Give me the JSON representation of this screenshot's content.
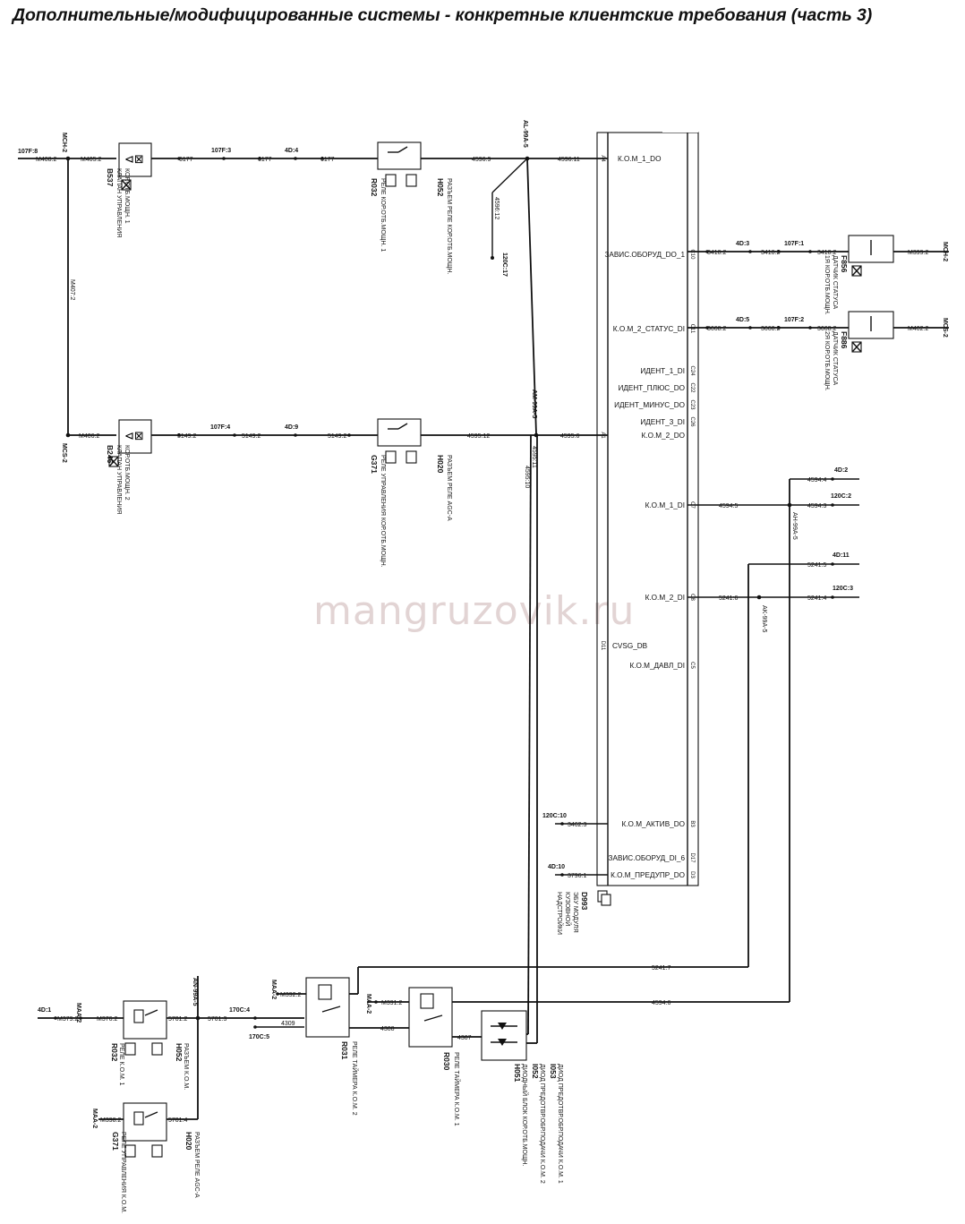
{
  "title": "Дополнительные/модифицированные системы - конкретные клиентские требования (часть 3)",
  "watermark": "mangruzovik.ru",
  "module": {
    "pins": [
      {
        "label": "К.О.М_1_DO",
        "code": "A4"
      },
      {
        "label": "ЗАВИС.ОБОРУД_DO_1",
        "code": "C10"
      },
      {
        "label": "К.О.М_2_СТАТУС_DI",
        "code": "C11"
      },
      {
        "label": "ИДЕНТ_1_DI",
        "code": "C24"
      },
      {
        "label": "ИДЕНТ_ПЛЮС_DO",
        "code": "C22"
      },
      {
        "label": "ИДЕНТ_МИНУС_DO",
        "code": "C23"
      },
      {
        "label": "ИДЕНТ_3_DI",
        "code": "C26"
      },
      {
        "label": "К.О.М_2_DO",
        "code": "A1"
      },
      {
        "label": "К.О.М_1_DI",
        "code": "C7"
      },
      {
        "label": "К.О.М_2_DI",
        "code": "C8"
      },
      {
        "label": "CVSG_DB",
        "code": "D11"
      },
      {
        "label": "К.О.М_ДАВЛ_DI",
        "code": "C5"
      },
      {
        "label": "К.О.М_АКТИВ_DO",
        "code": "B3"
      },
      {
        "label": "ЗАВИС.ОБОРУД_DI_6",
        "code": "D17"
      },
      {
        "label": "К.О.М_ПРЕДУПР_DO",
        "code": "D3"
      }
    ],
    "code": "D993",
    "name_lines": [
      "ЭБУ МОДУЛЯ",
      "КУЗОВНОЙ",
      "НАДСТРОЙКИ"
    ]
  },
  "components": {
    "b537": {
      "code": "B537",
      "name_lines": [
        "КЛАПАН УПРАВЛЕНИЯ",
        "КОР.ОТБ.МОЩН. 1"
      ]
    },
    "b246": {
      "code": "B246",
      "name_lines": [
        "КЛАПАН УПРАВЛЕНИЯ",
        "КОР.ОТБ.МОЩН. 2"
      ]
    },
    "h052_top": {
      "code": "H052",
      "name": "РАЗЪЕМ РЕЛЕ КОР.ОТБ.МОЩН."
    },
    "r032_top": {
      "code": "R032",
      "name": "РЕЛЕ КОР.ОТБ.МОЩН. 1"
    },
    "h020_top": {
      "code": "H020",
      "name": "РАЗЪЕМ РЕЛЕ AGC-A"
    },
    "g371_top": {
      "code": "G371",
      "name": "РЕЛЕ УПРАВЛЕНИЯ КОР.ОТБ.МОЩН."
    },
    "f856": {
      "code": "F856",
      "name_lines": [
        "ДАТЧИК СТАТУСА",
        "1Я КОР.ОТБ.МОЩН."
      ]
    },
    "f886": {
      "code": "F886",
      "name_lines": [
        "ДАТЧИК СТАТУСА",
        "2Я КОР.ОТБ.МОЩН."
      ]
    },
    "h052_bot": {
      "code": "H052",
      "name": "РАЗЪЕМ К.О.М."
    },
    "r032_bot": {
      "code": "R032",
      "name": "РЕЛЕ К.О.М. 1"
    },
    "h020_bot": {
      "code": "H020",
      "name": "РАЗЪЕМ РЕЛЕ AGC-A"
    },
    "g371_bot": {
      "code": "G371",
      "name": "РЕЛЕ УПРАВЛЕНИЯ К.О.М."
    },
    "r031": {
      "code": "R031",
      "name": "РЕЛЕ ТАЙМЕРА К.О.М. 2"
    },
    "r030": {
      "code": "R030",
      "name": "РЕЛЕ ТАЙМЕРА К.О.М. 1"
    },
    "h051": {
      "code": "H051",
      "name": "ДИОДНЫЙ БЛОК КОР.ОТБ.МОЩН."
    },
    "i052": {
      "code": "I052",
      "name": "ДИОД ПРЕДОТВР.ОБР.ПОДАЧИ К.О.М. 2"
    },
    "i053": {
      "code": "I053",
      "name": "ДИОД ПРЕДОТВР.ОБР.ПОДАЧИ К.О.М. 1"
    }
  },
  "wires": {
    "w107f8": "107F:8",
    "wm408": "M408:2",
    "mch2": "MCH-2",
    "wm405": "M405:2",
    "w6177a": "6177",
    "w107f3": "107F:3",
    "w6177b": "6177",
    "w4d4": "4D:4",
    "w6177c": "6177",
    "w4596_9": "4596:9",
    "al99a5": "AL-99A-5",
    "w4596_11": "4596:11",
    "w4596_12": "4596:12",
    "w120c17": "120C:17",
    "wm407": "M407:2",
    "wm406": "M406:2",
    "mcs2": "MCS-2",
    "w5149a": "5149:2",
    "w107f4": "107F:4",
    "w5149b": "5149:2",
    "w4d9": "4D:9",
    "w5149c": "5149:2",
    "w4595_12": "4595:12",
    "w4595_6": "4595:6",
    "am99a5": "AM-99A-5",
    "w4595_11": "4595:11",
    "w4595_10": "4595:10",
    "w3410a": "3410:2",
    "w4d3": "4D:3",
    "w3410b": "3410:2",
    "w107f1": "107F:1",
    "w3410c": "3410:2",
    "wm399": "M399:2",
    "mch2r": "MCH-2",
    "w3668a": "3668:2",
    "w4d5": "4D:5",
    "w3668b": "3668:2",
    "w107f2": "107F:2",
    "w3668c": "3668:2",
    "wm402": "M402:2",
    "mcs2r": "MCS-2",
    "w4d2": "4D:2",
    "w4594_4": "4594:4",
    "w120c2": "120C:2",
    "w4594_3": "4594:3",
    "w4594_5": "4594:5",
    "ah99a5": "AH-99A-5",
    "w4d11": "4D:11",
    "w5241_5": "5241:5",
    "w120c3": "120C:3",
    "w5241_4": "5241:4",
    "w5241_6": "5241:6",
    "ak99a5": "AK-99A-5",
    "w120c10": "120C:10",
    "w3462": "3462:3",
    "w4d10": "4D:10",
    "w3796": "3796:1",
    "w5241_7": "5241:7",
    "w4594_6": "4594:6",
    "w4d1": "4D:1",
    "maa2a": "MAA-2",
    "wm379": "M379:2",
    "wm376": "M376:2",
    "w5701a": "5701:2",
    "w5701b": "5701:3",
    "an99a5": "AN-99A-5",
    "w170c4": "170C:4",
    "w170c5": "170C:5",
    "w4309": "4309",
    "maa2b": "MAA-2",
    "wm392": "M392:2",
    "maa2c": "MAA-2",
    "wm391": "M391:2",
    "w4308": "4308",
    "w4307": "4307",
    "maa2d": "MAA-2",
    "wm398": "M398:2",
    "w5701c": "5701:4"
  },
  "colors": {
    "ink": "#111111",
    "paper": "#ffffff",
    "watermark": "#bea0a0"
  }
}
